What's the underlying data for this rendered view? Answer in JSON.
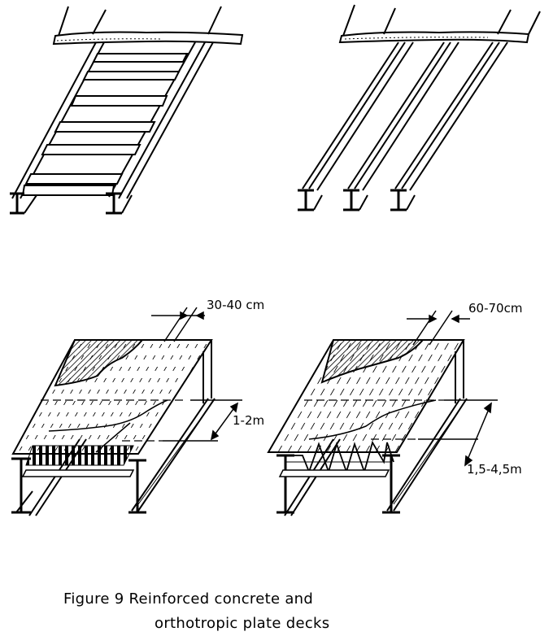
{
  "dimensions": {
    "concrete_spacing": "30-40 cm",
    "concrete_span": "1-2m",
    "orthotropic_spacing": "60-70cm",
    "orthotropic_span": "1,5-4,5m"
  },
  "caption": {
    "line1": "Figure 9  Reinforced concrete and",
    "line2": "orthotropic plate decks"
  }
}
